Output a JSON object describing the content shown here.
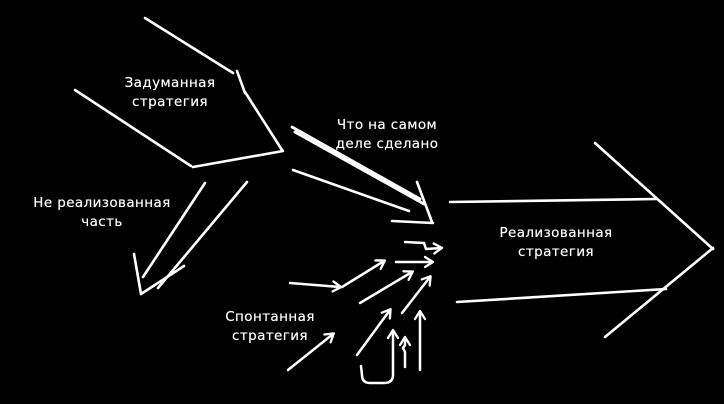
{
  "diagram": {
    "title": "Strategy formation diagram (Mintzberg)",
    "colors": {
      "background": "#000000",
      "stroke": "#ffffff",
      "text": "#ffffff"
    },
    "labels": {
      "intended": {
        "line1": "Задуманная",
        "line2": "стратегия"
      },
      "actually_done": {
        "line1": "Что на самом",
        "line2": "деле сделано"
      },
      "unrealized": {
        "line1": "Не реализованная",
        "line2": "часть"
      },
      "emergent": {
        "line1": "Спонтанная",
        "line2": "стратегия"
      },
      "realized": {
        "line1": "Реализованная",
        "line2": "стратегия"
      }
    }
  }
}
